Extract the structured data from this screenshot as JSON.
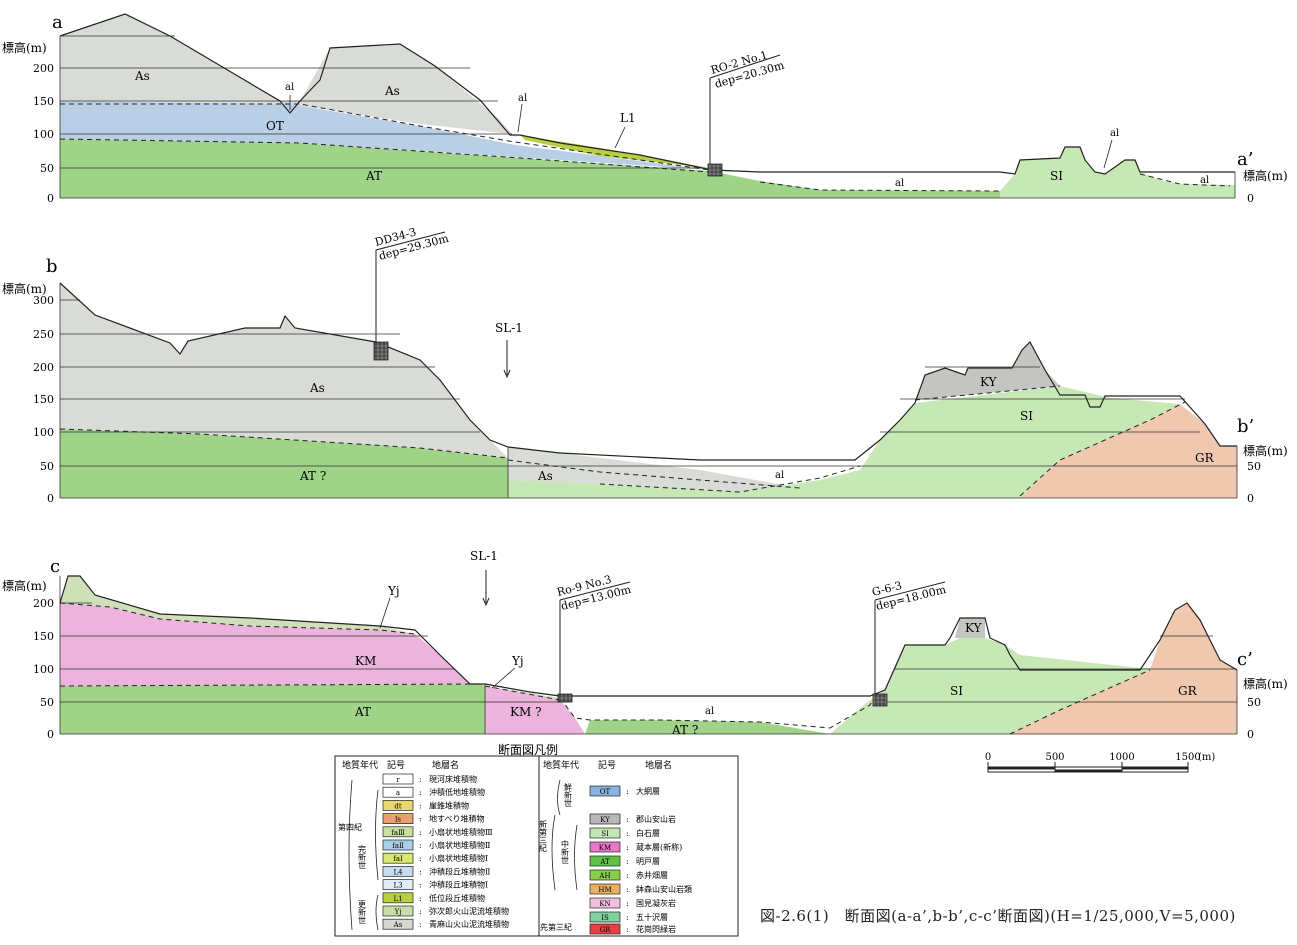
{
  "axis_unit": "標高(m)",
  "sections": [
    {
      "id": "a",
      "start_label": "a",
      "end_label": "a’",
      "ticks": [
        "0",
        "50",
        "100",
        "150",
        "200"
      ],
      "right_ticks": [
        "0"
      ],
      "labels": [
        "As",
        "As",
        "OT",
        "AT",
        "L1",
        "SI",
        "al",
        "al",
        "al",
        "al",
        "al"
      ],
      "borings": [
        {
          "name": "RO-2 No.1",
          "depth": "dep=20.30m"
        }
      ]
    },
    {
      "id": "b",
      "start_label": "b",
      "end_label": "b’",
      "ticks": [
        "0",
        "50",
        "100",
        "150",
        "200",
        "250",
        "300"
      ],
      "right_ticks": [
        "0",
        "50"
      ],
      "labels": [
        "As",
        "AT ?",
        "As",
        "al",
        "KY",
        "SI",
        "GR",
        "SL-1"
      ],
      "borings": [
        {
          "name": "DD34-3",
          "depth": "dep=29.30m"
        }
      ]
    },
    {
      "id": "c",
      "start_label": "c",
      "end_label": "c’",
      "ticks": [
        "0",
        "50",
        "100",
        "150",
        "200"
      ],
      "right_ticks": [
        "0",
        "50"
      ],
      "labels": [
        "Yj",
        "KM",
        "AT",
        "Yj",
        "KM ?",
        "al",
        "AT ?",
        "KY",
        "SI",
        "GR",
        "SL-1"
      ],
      "borings": [
        {
          "name": "Ro-9 No.3",
          "depth": "dep=13.00m"
        },
        {
          "name": "G-6-3",
          "depth": "dep=18.00m"
        }
      ]
    }
  ],
  "legend": {
    "title": "断面図凡例",
    "headers": {
      "age": "地質年代",
      "symbol": "記号",
      "name": "地層名"
    },
    "quaternary": {
      "label": "第四紀",
      "holocene": "完新世",
      "pleistocene": "更新世",
      "rows": [
        {
          "sym": "r",
          "name": "現河床堆積物",
          "color": "#ffffff"
        },
        {
          "sym": "a",
          "name": "沖積低地堆積物",
          "color": "#ffffff"
        },
        {
          "sym": "dt",
          "name": "崖錐堆積物",
          "color": "#e8d870"
        },
        {
          "sym": "ls",
          "name": "地すべり堆積物",
          "color": "#e8a070"
        },
        {
          "sym": "faⅢ",
          "name": "小扇状地堆積物Ⅲ",
          "color": "#c8e0a0"
        },
        {
          "sym": "faⅡ",
          "name": "小扇状地堆積物Ⅱ",
          "color": "#a8d0e8"
        },
        {
          "sym": "faⅠ",
          "name": "小扇状地堆積物Ⅰ",
          "color": "#d8e870"
        },
        {
          "sym": "L4",
          "name": "沖積段丘堆積物Ⅱ",
          "color": "#c8dcf0"
        },
        {
          "sym": "L3",
          "name": "沖積段丘堆積物Ⅰ",
          "color": "#e0ecf8"
        },
        {
          "sym": "L1",
          "name": "低位段丘堆積物",
          "color": "#b8d040"
        },
        {
          "sym": "Yj",
          "name": "弥次郎火山泥流堆積物",
          "color": "#c8e0a8"
        },
        {
          "sym": "As",
          "name": "青麻山火山泥流堆積物",
          "color": "#d8d8d0"
        }
      ]
    },
    "neogene": {
      "label": "新第三紀",
      "pliocene": "鮮新世",
      "miocene": "中新世",
      "pre_tertiary": "先第三紀",
      "rows": [
        {
          "sym": "OT",
          "name": "大網層",
          "color": "#88b0e0"
        },
        {
          "sym": "KY",
          "name": "郡山安山岩",
          "color": "#b8b8b8"
        },
        {
          "sym": "SI",
          "name": "白石層",
          "color": "#c0e8b0"
        },
        {
          "sym": "KM",
          "name": "蔵本層(新称)",
          "color": "#e878c8"
        },
        {
          "sym": "AT",
          "name": "明戸層",
          "color": "#60c048"
        },
        {
          "sym": "AH",
          "name": "赤井畑層",
          "color": "#88d048"
        },
        {
          "sym": "HM",
          "name": "鉢森山安山岩類",
          "color": "#e8b060"
        },
        {
          "sym": "KN",
          "name": "国見凝灰岩",
          "color": "#f0c0e0"
        },
        {
          "sym": "IS",
          "name": "五十沢層",
          "color": "#80d0a0"
        },
        {
          "sym": "GR",
          "name": "花崗閃緑岩",
          "color": "#e84040"
        }
      ]
    }
  },
  "scale_bar": {
    "ticks": [
      "0",
      "500",
      "1000",
      "1500"
    ],
    "unit": "(m)"
  },
  "caption": "図-2.6(1)　断面図(a-a’,b-b’,c-c’断面図)(H=1/25,000,V=5,000)",
  "colors": {
    "As": "#d9dcd6",
    "OT": "#b9cfe6",
    "AT": "#9fd488",
    "L1": "#b8d040",
    "SI": "#c6e8b4",
    "KY": "#c4c4c0",
    "GR": "#f0c8b0",
    "KM": "#ecb4dc",
    "Yj": "#cfe0b8"
  }
}
